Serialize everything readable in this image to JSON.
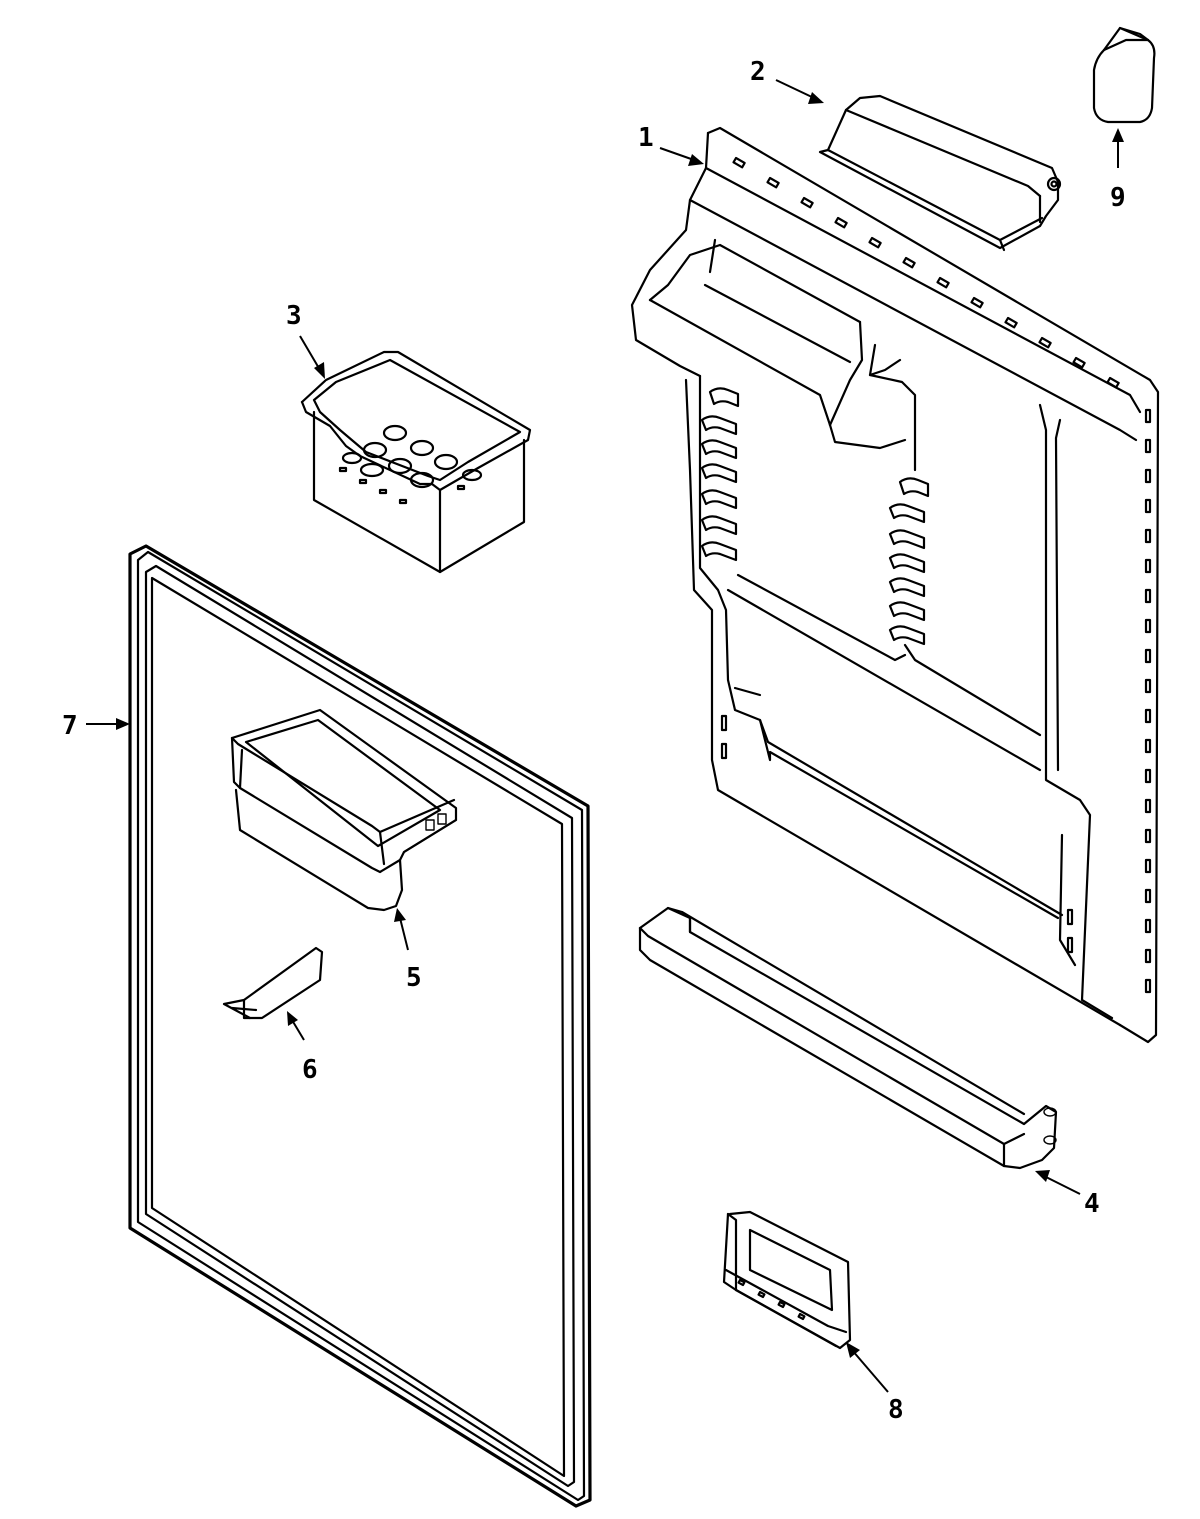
{
  "callouts": [
    {
      "part": "1",
      "label": "1"
    },
    {
      "part": "2",
      "label": "2"
    },
    {
      "part": "3",
      "label": "3"
    },
    {
      "part": "4",
      "label": "4"
    },
    {
      "part": "5",
      "label": "5"
    },
    {
      "part": "6",
      "label": "6"
    },
    {
      "part": "7",
      "label": "7"
    },
    {
      "part": "8",
      "label": "8"
    },
    {
      "part": "9",
      "label": "9"
    }
  ],
  "colors": {
    "line": "#000000",
    "background": "#ffffff"
  }
}
